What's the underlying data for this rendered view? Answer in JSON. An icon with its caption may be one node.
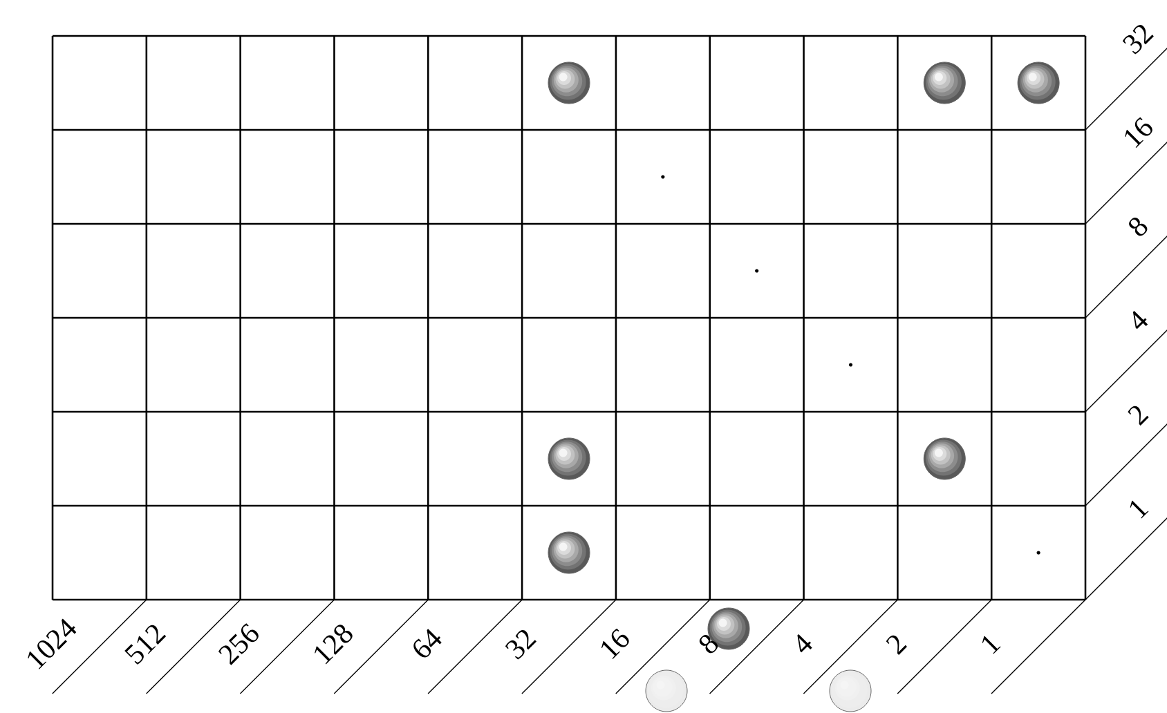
{
  "diagram": {
    "labels": [
      "32",
      "16",
      "8",
      "4",
      "2",
      "1",
      "1024",
      "512",
      "256",
      "128",
      "64",
      "32",
      "16",
      "8",
      "4",
      "2",
      "1"
    ]
  }
}
